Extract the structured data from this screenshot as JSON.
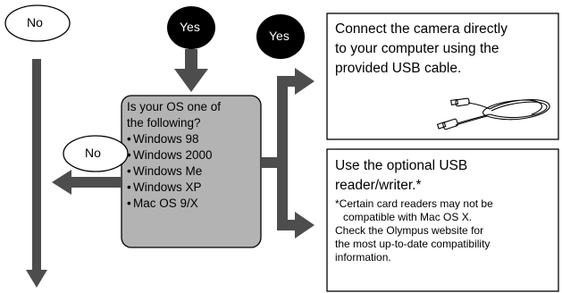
{
  "ovals": {
    "no_top": "No",
    "yes_center": "Yes",
    "yes_right": "Yes",
    "no_left": "No"
  },
  "question": {
    "lines": [
      "Is your OS one of",
      "the following?"
    ],
    "items": [
      "Windows 98",
      "Windows 2000",
      "Windows Me",
      "Windows XP",
      "Mac OS 9/X"
    ],
    "bullet": "•"
  },
  "result_usb_cable": {
    "lines": [
      "Connect the camera directly",
      "to your computer using the",
      "provided USB cable."
    ],
    "image": "usb-cable-icon"
  },
  "result_card_reader": {
    "title_lines": [
      "Use the optional USB",
      "reader/writer.*"
    ],
    "note_lines": [
      "*Certain card readers may not be",
      "compatible with Mac OS X.",
      "Check the Olympus website for",
      "the most up-to-date compatibility",
      "information."
    ]
  },
  "colors": {
    "question_fill": "#b3b3b3",
    "arrow": "#4d4d4d",
    "dark_oval": "#000000",
    "stroke": "#000000"
  }
}
